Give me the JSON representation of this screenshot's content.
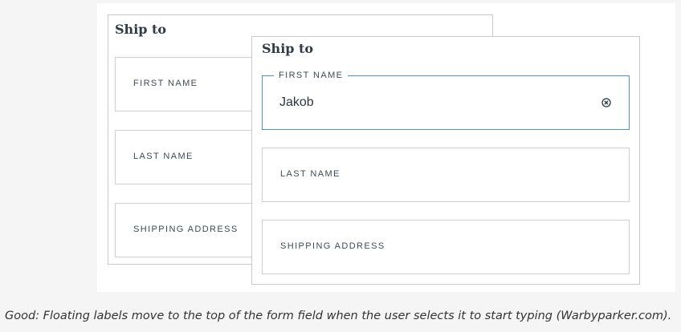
{
  "back_form": {
    "title": "Ship to",
    "fields": [
      {
        "label": "FIRST NAME"
      },
      {
        "label": "LAST NAME"
      },
      {
        "label": "SHIPPING ADDRESS"
      }
    ]
  },
  "front_form": {
    "title": "Ship to",
    "first_name": {
      "label": "FIRST NAME",
      "value": "Jakob",
      "clear_icon": "clear-circle-x"
    },
    "last_name": {
      "label": "LAST NAME"
    },
    "shipping_address": {
      "label": "SHIPPING ADDRESS"
    },
    "focus_color": "#4f92c8"
  },
  "caption": "Good: Floating labels move to the top of the form field when the user selects it to start typing (Warbyparker.com)."
}
